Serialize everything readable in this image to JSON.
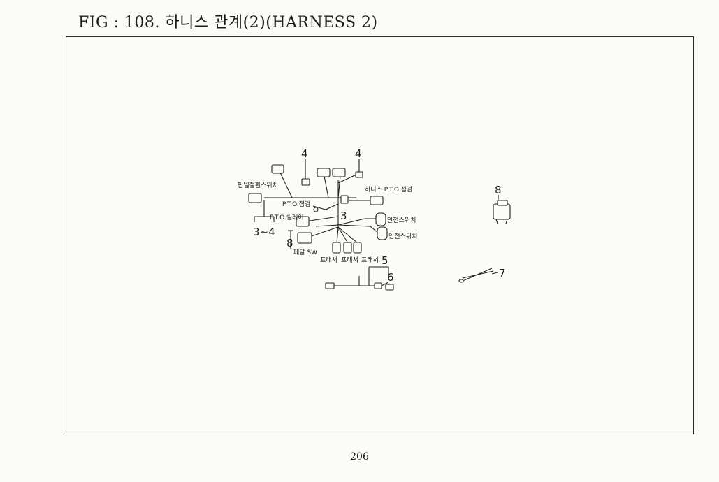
{
  "header": {
    "title": "FIG : 108. 하니스 관계(2)(HARNESS 2)"
  },
  "footer": {
    "page_number": "206"
  },
  "diagram": {
    "labels": {
      "panel_switch": "판넬절환스위치",
      "harness_pto_check": "하니스 P.T.O.점검",
      "pto_check": "P.T.O.점검",
      "pto_relay": "P.T.O.릴레이",
      "safety_switch_1": "안전스위치",
      "safety_switch_2": "안전스위치",
      "pedal_sw": "페달 SW",
      "presser_1": "프래서",
      "presser_2": "프래서",
      "presser_3": "프래서"
    },
    "callouts": {
      "c4a": "4",
      "c4b": "4",
      "c3": "3",
      "c3to4": "3~4",
      "c8a": "8",
      "c8b": "8",
      "c5": "5",
      "c6": "6",
      "c7": "7"
    }
  }
}
